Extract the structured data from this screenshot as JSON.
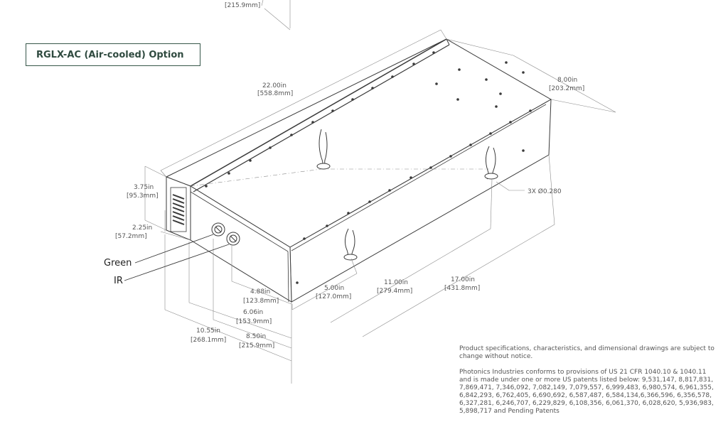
{
  "option_label": "RGLX-AC (Air-cooled) Option",
  "dimensions": {
    "top_fragment": "[215.9mm]",
    "length_in": "22.00in",
    "length_mm": "[558.8mm]",
    "width_in": "8.00in",
    "width_mm": "[203.2mm]",
    "height_in": "3.75in",
    "height_mm": "[95.3mm]",
    "port_height_in": "2.25in",
    "port_height_mm": "[57.2mm]",
    "hole_callout": "3X  Ø0.280",
    "foot_a_in": "5.00in",
    "foot_a_mm": "[127.0mm]",
    "foot_b_in": "11.00in",
    "foot_b_mm": "[279.4mm]",
    "foot_c_in": "17.00in",
    "foot_c_mm": "[431.8mm]",
    "ir_offset_in": "4.88in",
    "ir_offset_mm": "[123.8mm]",
    "green_offset_in": "6.06in",
    "green_offset_mm": "[153.9mm]",
    "overall_in": "10.55in",
    "overall_mm": "[268.1mm]",
    "mount_in": "8.50in",
    "mount_mm": "[215.9mm]"
  },
  "port_labels": {
    "green": "Green",
    "ir": "IR"
  },
  "notes": {
    "notice": "Product specifications, characteristics, and dimensional drawings are subject to change without notice.",
    "patents": "Photonics Industries conforms to provisions of US 21 CFR 1040.10 & 1040.11 and is made under one or more US patents listed below: 9,531,147, 8,817,831, 7,869,471, 7,346,092, 7,082,149, 7,079,557, 6,999,483, 6,980,574, 6,961,355, 6,842,293, 6,762,405, 6,690,692, 6,587,487, 6,584,134,6,366,596, 6,356,578, 6,327,281, 6,246,707, 6,229,829, 6,108,356, 6,061,370, 6,028,620, 5,936,983, 5,898,717 and Pending Patents"
  }
}
